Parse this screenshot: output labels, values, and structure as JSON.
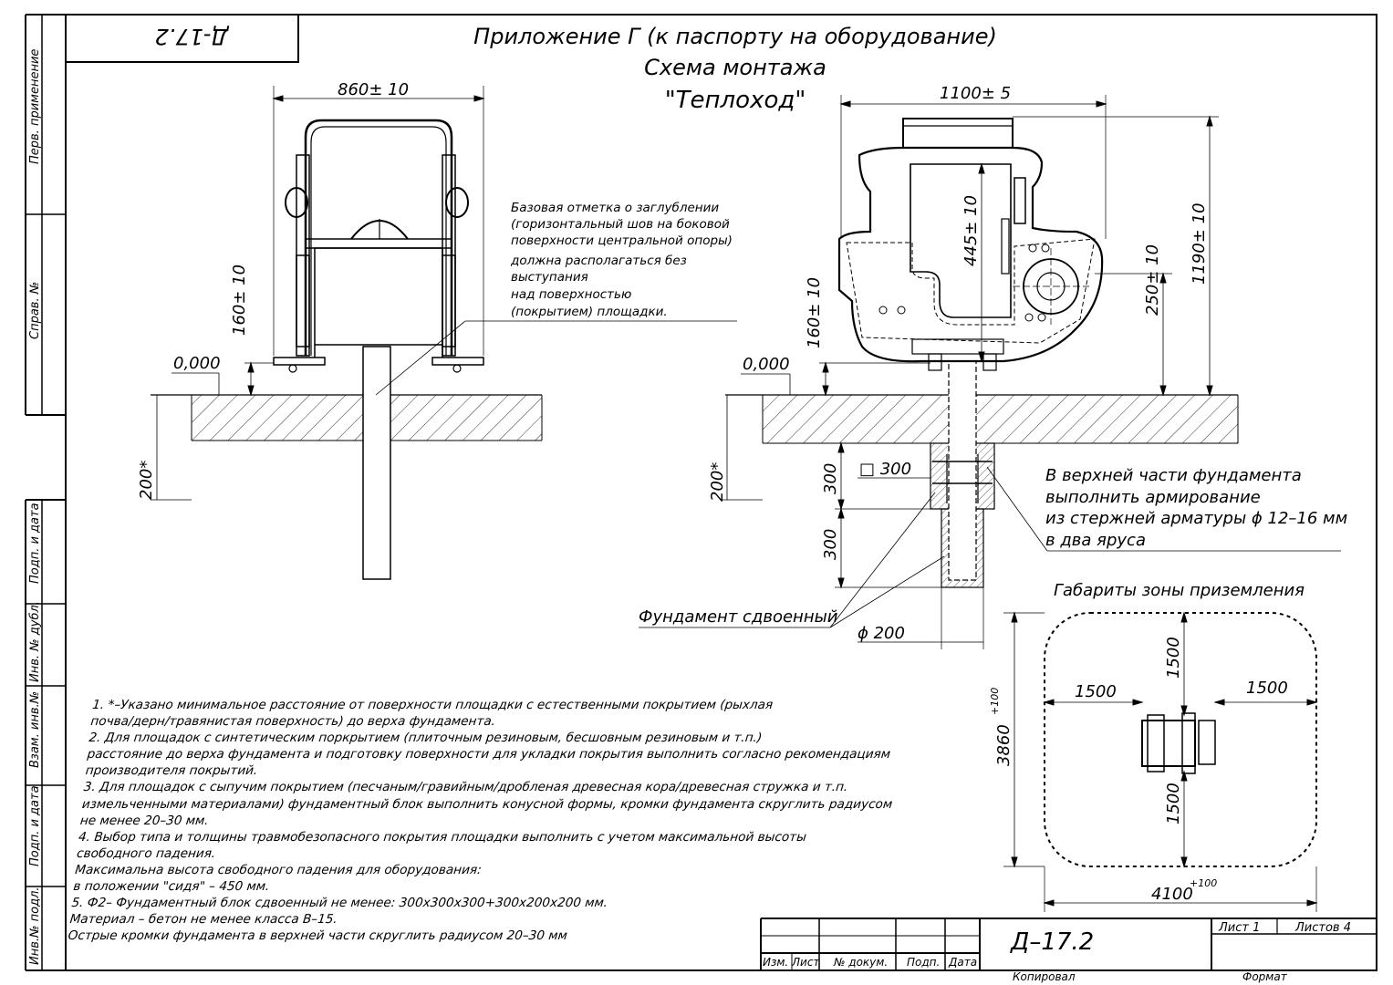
{
  "doc_code_top": "Д-17.2",
  "title": {
    "line1": "Приложение Г (к паспорту на оборудование)",
    "line2": "Схема монтажа",
    "line3": "\"Теплоход\""
  },
  "side_labels": {
    "perv_primenenie": "Перв. применение",
    "sprav_no": "Справ. №",
    "podp_i_data_1": "Подп. и дата",
    "inv_no_dubl": "Инв. № дубл.",
    "vzam_inv_no": "Взам. инв.№",
    "podp_i_data_2": "Подп. и дата",
    "inv_no_podl": "Инв.№ подл."
  },
  "left_view": {
    "dim_width": "860± 10",
    "dim_height": "160± 10",
    "level": "0,000",
    "depth": "200*"
  },
  "base_note": [
    "Базовая отметка о заглублении",
    "(горизонтальный шов на боковой",
    "поверхности центральной опоры)",
    "должна располагаться без",
    "выступания",
    "над поверхностью",
    "(покрытием) площадки."
  ],
  "right_view": {
    "dim_width": "1100± 5",
    "dim_total_height": "1190± 10",
    "dim_445": "445± 10",
    "dim_250": "250± 10",
    "dim_160": "160± 10",
    "level": "0,000",
    "depth": "200*",
    "dim_300_top": "300",
    "dim_300_bottom": "300",
    "square": "□ 300",
    "diameter": "ϕ 200",
    "foundation_label": "Фундамент сдвоенный"
  },
  "rebar_note": [
    "В верхней части фундамента",
    "выполнить армирование",
    "из стержней арматуры ϕ 12–16 мм",
    "в два яруса"
  ],
  "landing_zone": {
    "title": "Габариты зоны приземления",
    "left": "1500",
    "right": "1500",
    "top": "1500",
    "bottom": "1500",
    "height": "3860",
    "height_tol": "+100",
    "width": "4100",
    "width_tol": "+100"
  },
  "notes": [
    "1. *–Указано минимальное расстояние от поверхности площадки с естественными покрытием (рыхлая",
    "почва/дерн/травянистая поверхность) до верха фундамента.",
    "2. Для площадок с синтетическим поркрытием (плиточным резиновым, бесшовным резиновым и т.п.)",
    "расстояние до верха фундамента и подготовку поверхности для укладки покрытия выполнить согласно рекомендациям",
    "производителя покрытий.",
    "3. Для площадок с сыпучим покрытием (песчаным/гравийным/дробленая древесная кора/древесная стружка и т.п.",
    "измельченными материалами) фундаментный блок выполнить конусной формы, кромки фундамента скруглить радиусом",
    "не менее 20–30 мм.",
    "4. Выбор типа и толщины травмобезопасного покрытия площадки выполнить с учетом максимальной высоты",
    "свободного падения.",
    "Максимальна высота свободного падения для оборудования:",
    " в положении \"сидя\" – 450 мм.",
    "5. Ф2– Фундаментный блок сдвоенный не менее: 300х300х300+300х200х200 мм.",
    "Материал – бетон не менее класса В–15.",
    "Острые кромки фундамента в верхней части скруглить радиусом 20–30 мм"
  ],
  "title_block": {
    "izm": "Изм.",
    "list": "Лист",
    "no_dokum": "№ докум.",
    "podp": "Подп.",
    "data": "Дата",
    "code": "Д–17.2",
    "sheet": "Лист 1",
    "sheets": "Листов 4",
    "kopiroval": "Копировал",
    "format": "Формат"
  }
}
